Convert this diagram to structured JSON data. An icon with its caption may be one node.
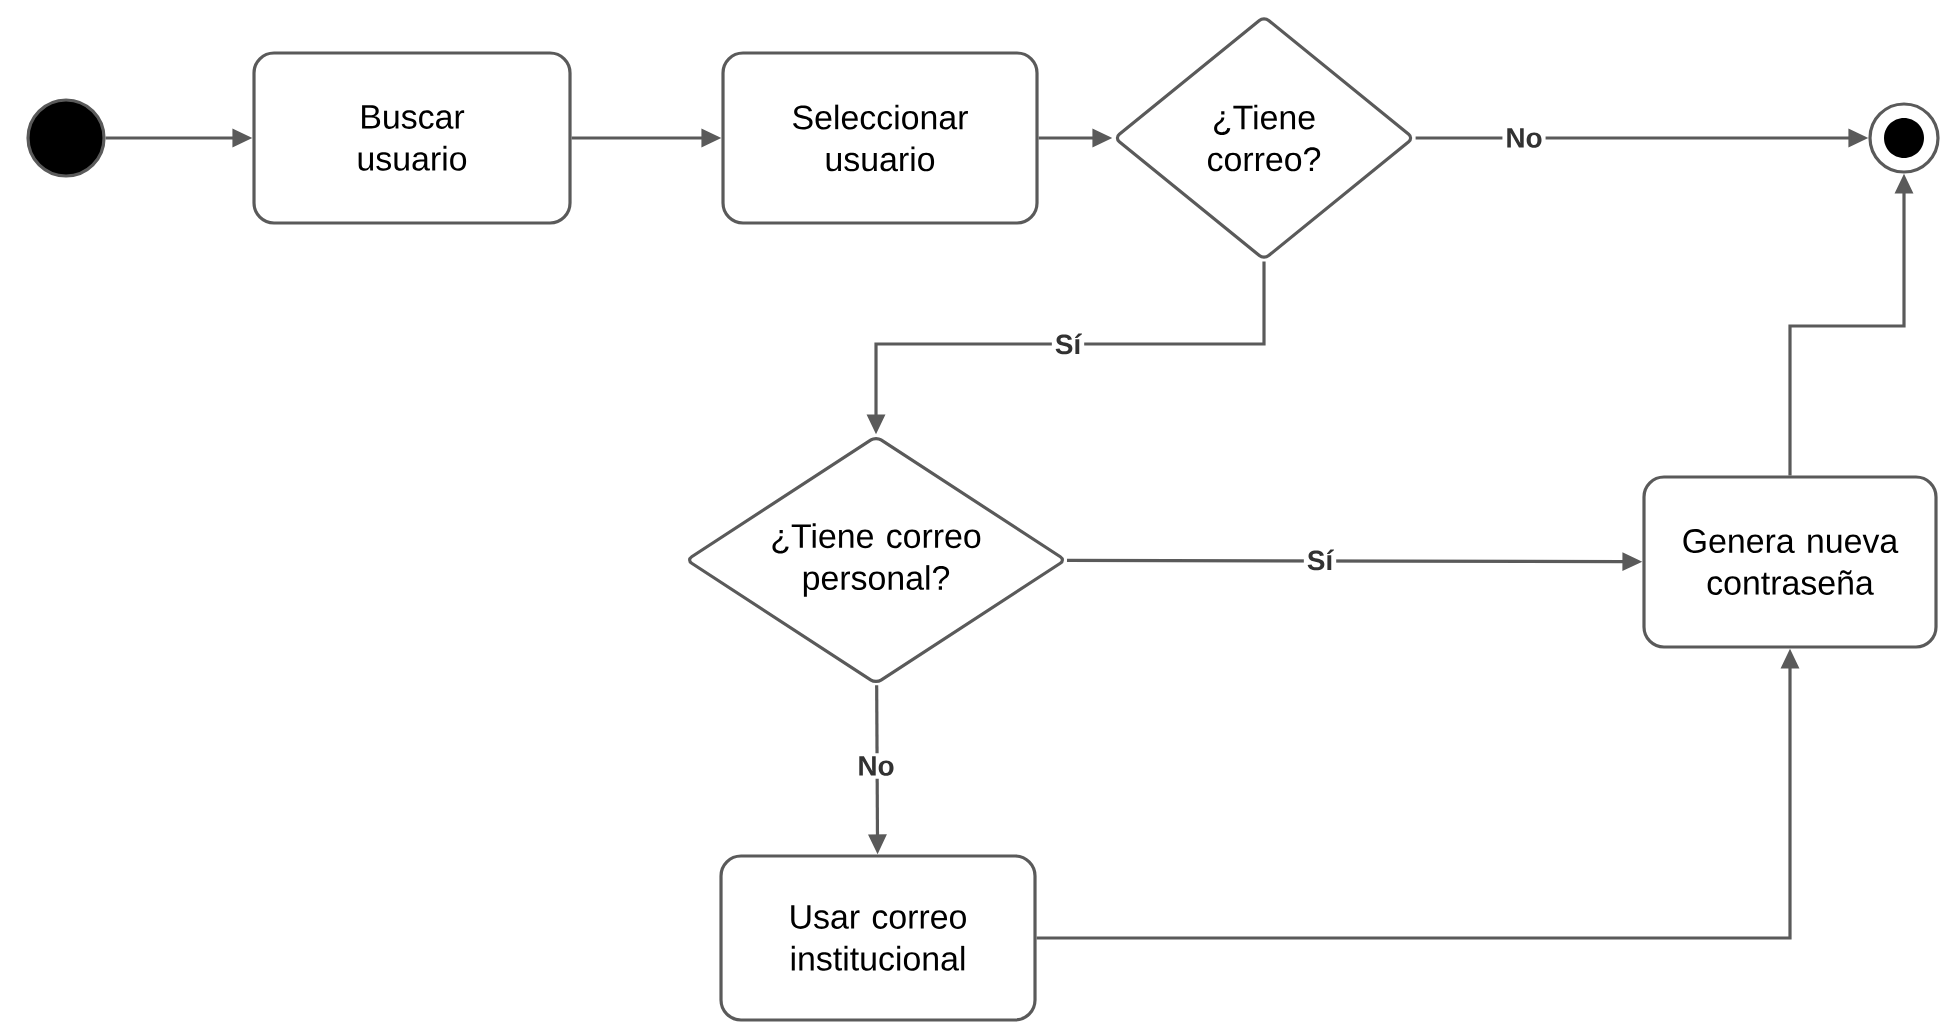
{
  "diagram": {
    "nodes": [
      {
        "text": [],
        "shape": "circle"
      },
      {
        "text": [
          "Buscar usuario"
        ]
      },
      {
        "text": [
          "Seleccionar usuario"
        ]
      },
      {
        "text": [
          "¿Tiene correo?"
        ]
      },
      {
        "text": [],
        "shape": "circle"
      },
      {
        "text": [
          "¿Tiene correo personal?"
        ]
      },
      {
        "text": [
          "Genera nueva contraseña"
        ]
      },
      {
        "text": [
          "Usar correo institucional"
        ]
      }
    ],
    "edges": [
      {
        "from": 0,
        "to": 1,
        "arrow": "to"
      },
      {
        "from": 1,
        "to": 2,
        "arrow": "to"
      },
      {
        "from": 2,
        "to": 3,
        "arrow": "to"
      },
      {
        "from": 3,
        "to": 4,
        "arrow": "to",
        "label": "No"
      },
      {
        "from": 3,
        "to": 5,
        "arrow": "to",
        "label": "Sí"
      },
      {
        "from": 5,
        "to": 6,
        "arrow": "to",
        "label": "Sí"
      },
      {
        "from": 5,
        "to": 7,
        "arrow": "to",
        "label": "No"
      },
      {
        "from": 7,
        "to": 6,
        "arrow": "to"
      },
      {
        "from": 6,
        "to": 4,
        "arrow": "to"
      }
    ]
  }
}
